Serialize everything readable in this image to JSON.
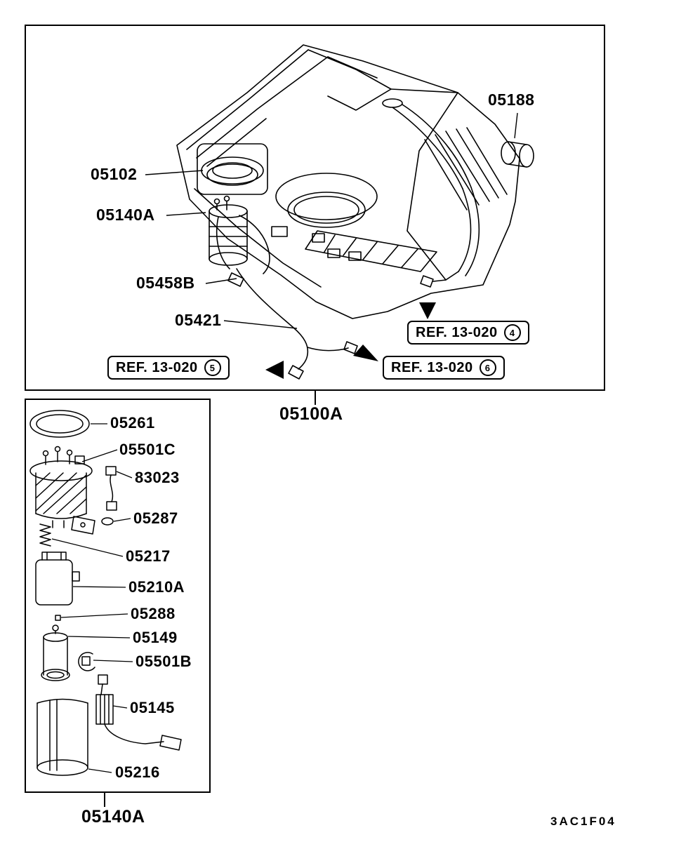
{
  "page": {
    "diagram_code": "3AC1F04"
  },
  "colors": {
    "line": "#000000",
    "background": "#ffffff"
  },
  "main_view": {
    "label": "05100A",
    "callouts": [
      {
        "id": "05188"
      },
      {
        "id": "05102"
      },
      {
        "id": "05140A"
      },
      {
        "id": "05458B"
      },
      {
        "id": "05421"
      }
    ],
    "refs": [
      {
        "label": "REF. 13-020",
        "number": "4"
      },
      {
        "label": "REF. 13-020",
        "number": "5"
      },
      {
        "label": "REF. 13-020",
        "number": "6"
      }
    ]
  },
  "detail_view": {
    "label": "05140A",
    "callouts": [
      {
        "id": "05261"
      },
      {
        "id": "05501C"
      },
      {
        "id": "83023"
      },
      {
        "id": "05287"
      },
      {
        "id": "05217"
      },
      {
        "id": "05210A"
      },
      {
        "id": "05288"
      },
      {
        "id": "05149"
      },
      {
        "id": "05501B"
      },
      {
        "id": "05145"
      },
      {
        "id": "05216"
      }
    ]
  }
}
